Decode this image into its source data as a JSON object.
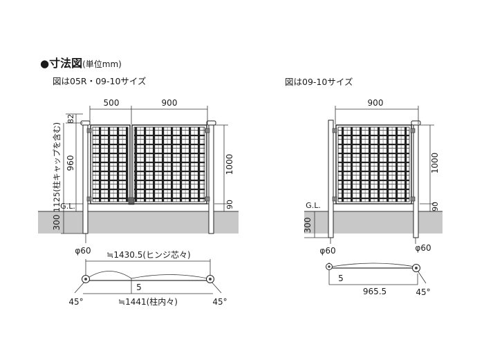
{
  "title": {
    "bullet": "●",
    "main": "寸法図",
    "unit": "(単位mm)"
  },
  "diagrams": [
    {
      "caption": "図は05R・09-10サイズ",
      "dims": {
        "w_small": "500",
        "w_large": "900",
        "cap": "82",
        "h_inner": "960",
        "h_total": "1000",
        "h_post": "1125(柱キャップを含む)",
        "base": "90",
        "gl": "G.L.",
        "ground": "300",
        "post_dia": "φ60",
        "hinge_span": "≒1430.5(ヒンジ芯々)",
        "swing": "5",
        "inner_span": "≒1441(柱内々)",
        "angle_left": "45°",
        "angle_right": "45°"
      }
    },
    {
      "caption": "図は09-10サイズ",
      "dims": {
        "width": "900",
        "h_total": "1000",
        "base": "90",
        "gl": "G.L.",
        "ground": "300",
        "post_dia_left": "φ60",
        "post_dia_right": "φ60",
        "swing": "5",
        "span": "965.5",
        "angle": "45°"
      }
    }
  ]
}
